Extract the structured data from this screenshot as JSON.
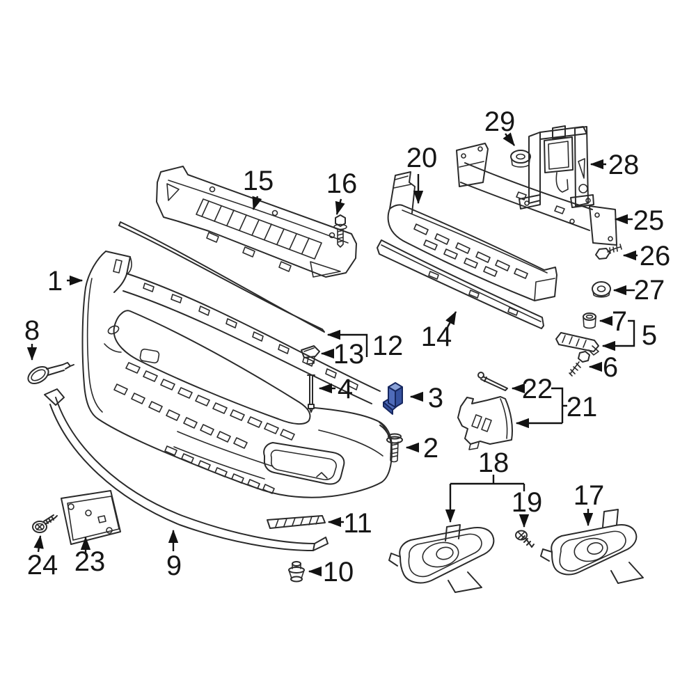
{
  "diagram": {
    "type": "exploded-parts-diagram",
    "subject": "front bumper assembly",
    "colors": {
      "background": "#ffffff",
      "line": "#2a2a2a",
      "arrow": "#121212",
      "label_text": "#161616",
      "highlight_fill": "#4f6cba",
      "highlight_top": "#8aa2d8",
      "highlight_shadow": "#36529f",
      "highlight_outline": "#16275f"
    },
    "highlighted_part_number": "3",
    "callouts": [
      {
        "number": "1"
      },
      {
        "number": "2"
      },
      {
        "number": "3"
      },
      {
        "number": "4"
      },
      {
        "number": "5"
      },
      {
        "number": "6"
      },
      {
        "number": "7"
      },
      {
        "number": "8"
      },
      {
        "number": "9"
      },
      {
        "number": "10"
      },
      {
        "number": "11"
      },
      {
        "number": "12"
      },
      {
        "number": "13"
      },
      {
        "number": "14"
      },
      {
        "number": "15"
      },
      {
        "number": "16"
      },
      {
        "number": "17"
      },
      {
        "number": "18"
      },
      {
        "number": "19"
      },
      {
        "number": "20"
      },
      {
        "number": "21"
      },
      {
        "number": "22"
      },
      {
        "number": "23"
      },
      {
        "number": "24"
      },
      {
        "number": "25"
      },
      {
        "number": "26"
      },
      {
        "number": "27"
      },
      {
        "number": "28"
      },
      {
        "number": "29"
      }
    ]
  }
}
